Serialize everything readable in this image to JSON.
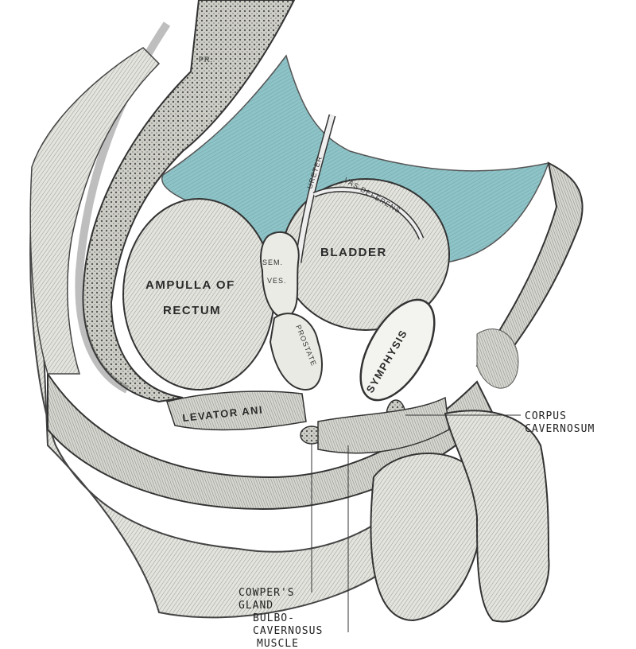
{
  "figure": {
    "labels": {
      "pr": "PR.",
      "ureter": "URETER",
      "vas_deferens": "VAS DEFERENS",
      "bladder": "BLADDER",
      "sem": "SEM.",
      "ves": "VES.",
      "ampulla_1": "AMPULLA OF",
      "ampulla_2": "RECTUM",
      "prostate": "PROSTATE",
      "symphysis": "SYMPHYSIS",
      "levator_ani": "LEVATOR ANI",
      "corpus_1": "CORPUS",
      "corpus_2": "CAVERNOSUM",
      "cowper_1": "COWPER'S",
      "cowper_2": "GLAND",
      "bulbo_1": "BULBO-",
      "bulbo_2": "CAVERNOSUS",
      "bulbo_3": "MUSCLE"
    },
    "colors": {
      "peritoneum": "#8ec3c7",
      "tissue": "#d9d9d4",
      "ink": "#2a2a2a"
    }
  }
}
